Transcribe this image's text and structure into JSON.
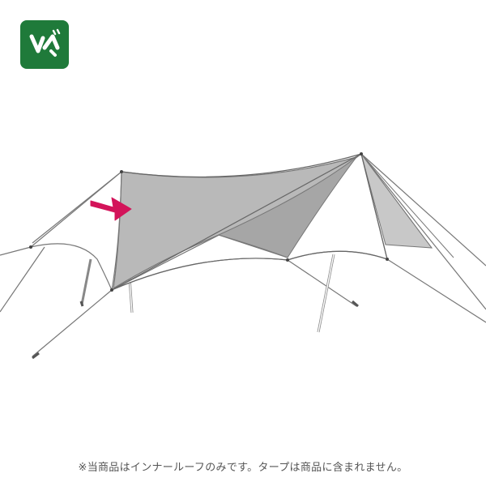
{
  "logo": {
    "icon": "yoka-brand-logo",
    "background_color": "#1f7a3a",
    "foreground_color": "#ffffff"
  },
  "illustration": {
    "subject": "tent-tarp-line-drawing",
    "highlight_color": "#b9b9b9",
    "arrow_color": "#d3145a"
  },
  "caption": {
    "text": "※当商品はインナールーフのみです。タープは商品に含まれません。"
  }
}
